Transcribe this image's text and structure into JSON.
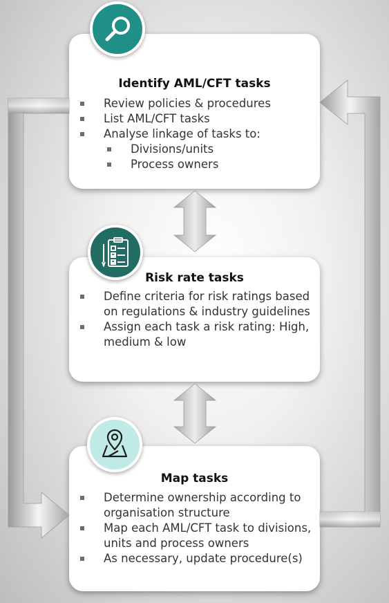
{
  "steps": [
    {
      "title": "Identify AML/CFT tasks",
      "icon": "magnifier-icon",
      "items": [
        {
          "text": "Review policies & procedures",
          "level": 1
        },
        {
          "text": "List AML/CFT tasks",
          "level": 1
        },
        {
          "text": "Analyse linkage of tasks to:",
          "level": 1
        },
        {
          "text": "Divisions/units",
          "level": 2
        },
        {
          "text": "Process owners",
          "level": 2
        }
      ]
    },
    {
      "title": "Risk rate tasks",
      "icon": "clipboard-checklist-icon",
      "items": [
        {
          "text": "Define criteria for risk ratings based on regulations & industry guidelines",
          "level": 1
        },
        {
          "text": "Assign each task a risk rating: High, medium & low",
          "level": 1
        }
      ]
    },
    {
      "title": "Map tasks",
      "icon": "map-pin-icon",
      "items": [
        {
          "text": "Determine ownership according to organisation structure",
          "level": 1
        },
        {
          "text": "Map each AML/CFT task to divisions, units and process owners",
          "level": 1
        },
        {
          "text": "As necessary, update procedure(s)",
          "level": 1
        }
      ]
    }
  ],
  "colors": {
    "icon1_bg": "#1f8f88",
    "icon2_bg": "#236c63",
    "icon3_bg": "#bfeae5",
    "bullet": "#6d6d6d",
    "arrow": "#b5b5b5"
  }
}
